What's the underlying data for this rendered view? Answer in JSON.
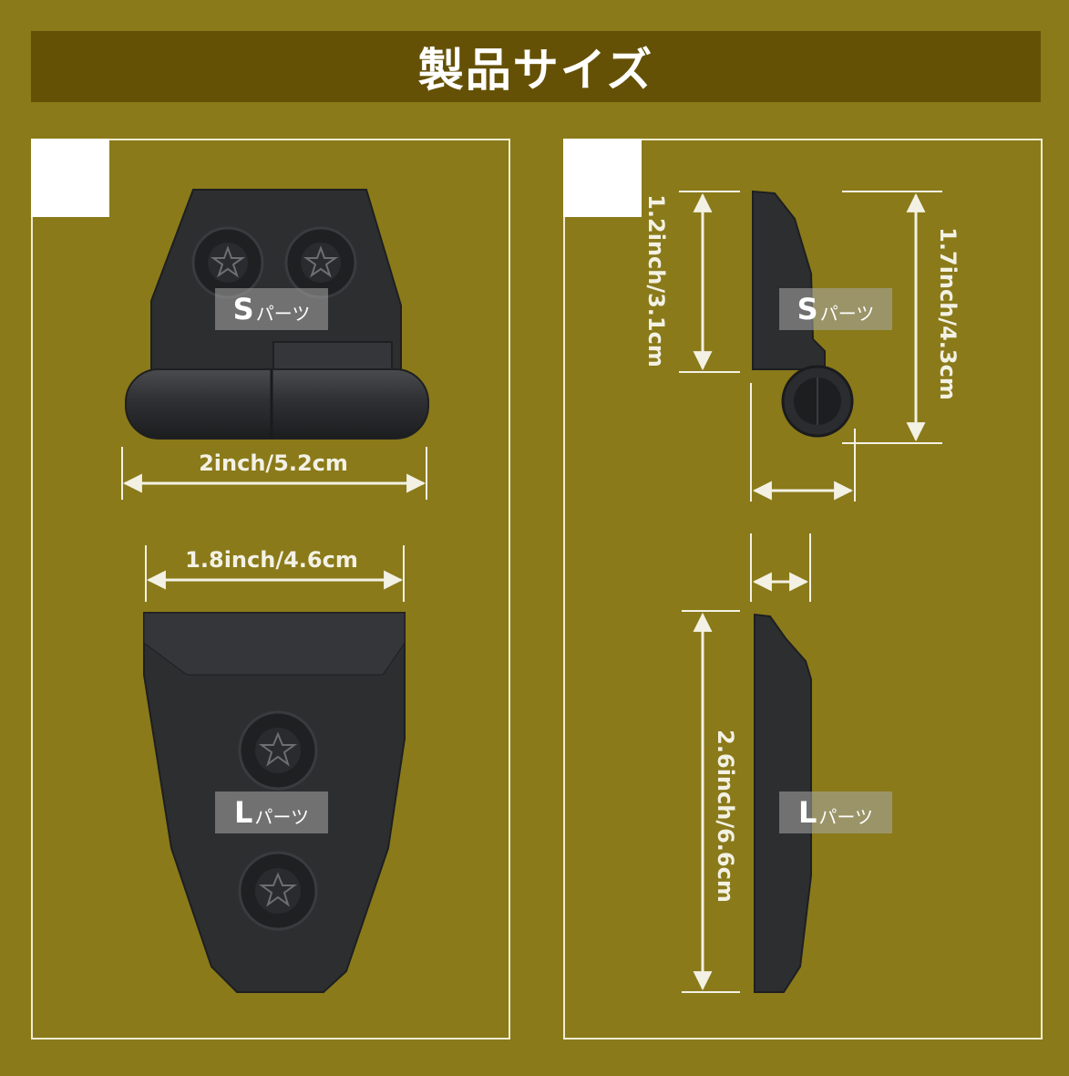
{
  "banner": {
    "title": "製品サイズ"
  },
  "left_panel": {
    "small_part_label": {
      "letter": "S",
      "suffix": "パーツ"
    },
    "large_part_label": {
      "letter": "L",
      "suffix": "パーツ"
    },
    "small_width": "2inch/5.2cm",
    "large_width": "1.8inch/4.6cm"
  },
  "right_panel": {
    "small_part_label": {
      "letter": "S",
      "suffix": "パーツ"
    },
    "large_part_label": {
      "letter": "L",
      "suffix": "パーツ"
    },
    "small_body_height": "1.2inch/3.1cm",
    "small_total_height": "1.7inch/4.3cm",
    "large_height": "2.6inch/6.6cm"
  },
  "colors": {
    "background": "#8a7a1a",
    "banner": "#655106",
    "part": "#2d2e30",
    "outline": "#f1ecd3"
  }
}
